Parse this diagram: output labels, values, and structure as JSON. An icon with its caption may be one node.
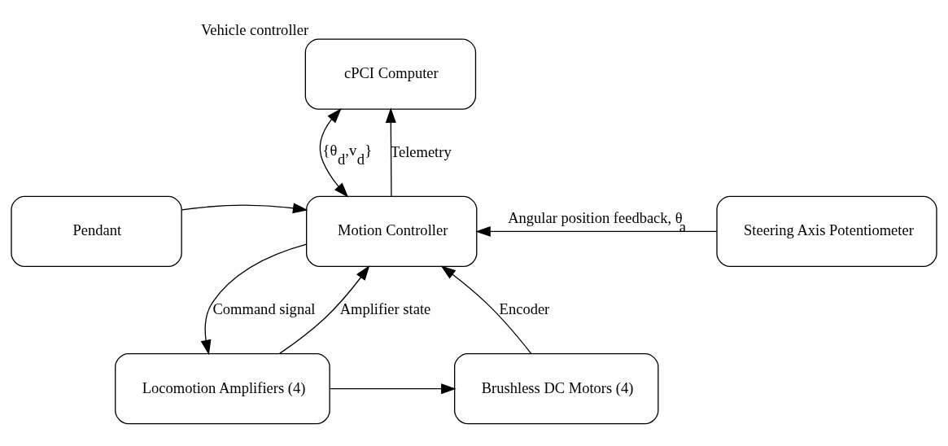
{
  "diagram": {
    "nodes": [
      {
        "text": [
          "cPCI Computer"
        ],
        "beside": [
          "Vehicle controller"
        ]
      },
      {
        "text": [
          "Pendant"
        ]
      },
      {
        "text": [
          "Motion Controller"
        ]
      },
      {
        "text": [
          "Steering Axis Potentiometer"
        ]
      },
      {
        "text": [
          "Locomotion Amplifiers (4)"
        ]
      },
      {
        "text": [
          "Brushless DC Motors (4)"
        ]
      }
    ],
    "edges": [
      {
        "from": 0,
        "to": 2,
        "arrow": "both",
        "label": "{θ$_{d}$,v$_{d}$}"
      },
      {
        "from": 2,
        "to": 0,
        "arrow": "to",
        "label": "Telemetry"
      },
      {
        "from": 1,
        "to": 2,
        "arrow": "to"
      },
      {
        "from": 3,
        "to": 2,
        "arrow": "to",
        "label": "Angular position feedback, θ$_{a}$"
      },
      {
        "from": 5,
        "to": 2,
        "arrow": "to",
        "label": "Encoder"
      },
      {
        "from": 2,
        "to": 4,
        "arrow": "to",
        "label": "Command signal"
      },
      {
        "from": 4,
        "to": 2,
        "arrow": "to",
        "label": "Amplifier state"
      },
      {
        "from": 4,
        "to": 5,
        "arrow": "to"
      }
    ]
  }
}
